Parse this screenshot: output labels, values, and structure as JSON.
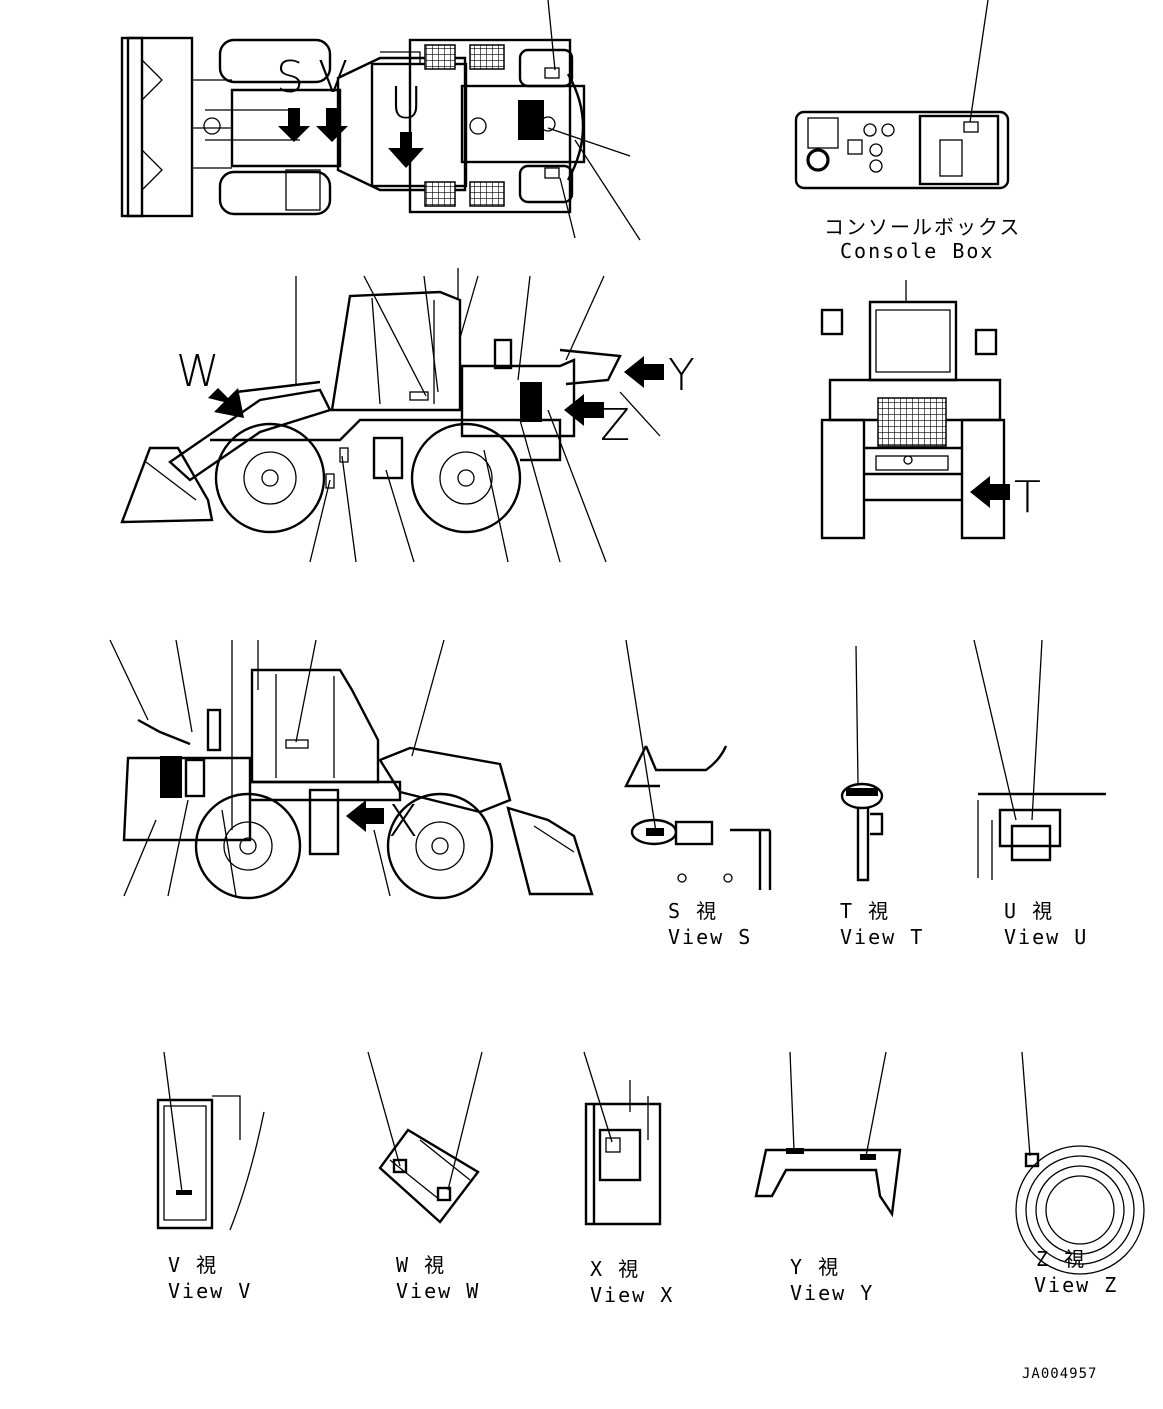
{
  "drawing_code": "JA004957",
  "console": {
    "label_ja": "コンソールボックス",
    "label_en": "Console Box"
  },
  "arrows": {
    "S": "S",
    "V": "V",
    "U": "U",
    "W": "W",
    "Y": "Y",
    "Z": "Z",
    "T": "T",
    "X": "X"
  },
  "views": [
    {
      "id": "S",
      "ja": "S 視",
      "en": "View S"
    },
    {
      "id": "T",
      "ja": "T 視",
      "en": "View T"
    },
    {
      "id": "U",
      "ja": "U 視",
      "en": "View U"
    },
    {
      "id": "V",
      "ja": "V 視",
      "en": "View V"
    },
    {
      "id": "W",
      "ja": "W 視",
      "en": "View W"
    },
    {
      "id": "X",
      "ja": "X 視",
      "en": "View X"
    },
    {
      "id": "Y",
      "ja": "Y 視",
      "en": "View Y"
    },
    {
      "id": "Z",
      "ja": "Z 視",
      "en": "View Z"
    }
  ]
}
